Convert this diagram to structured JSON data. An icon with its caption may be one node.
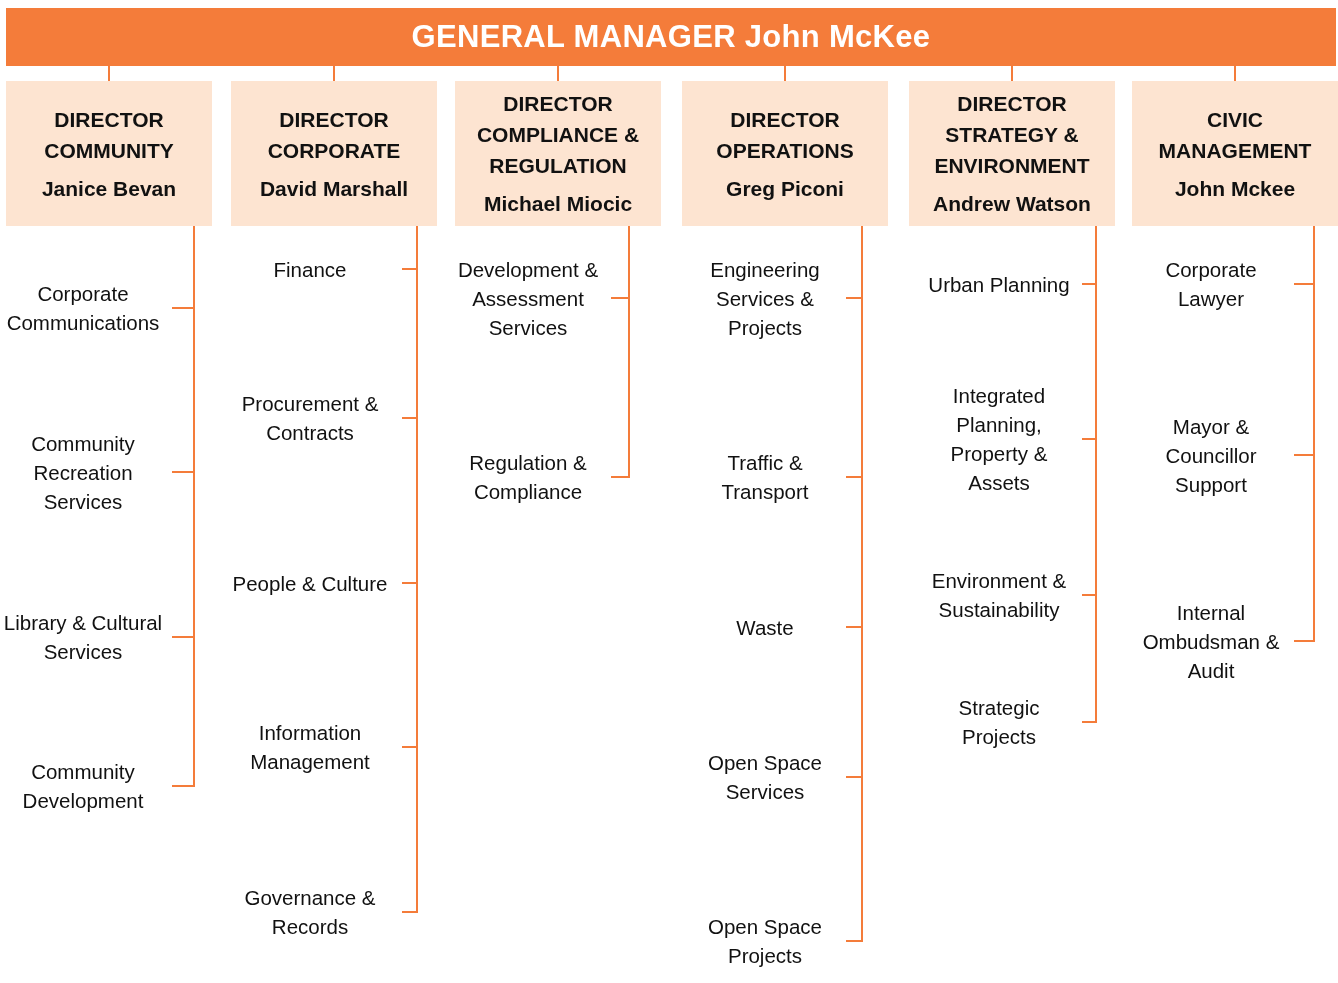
{
  "diagram": {
    "nodes": [
      {
        "text": [
          "GENERAL MANAGER John McKee"
        ]
      },
      {
        "text": [
          "DIRECTOR COMMUNITY",
          "Janice Bevan"
        ]
      },
      {
        "text": [
          "DIRECTOR CORPORATE",
          "David Marshall"
        ]
      },
      {
        "text": [
          "DIRECTOR COMPLIANCE & REGULATION",
          "Michael Miocic"
        ]
      },
      {
        "text": [
          "DIRECTOR OPERATIONS",
          "Greg Piconi"
        ]
      },
      {
        "text": [
          "DIRECTOR STRATEGY & ENVIRONMENT",
          "Andrew Watson"
        ]
      },
      {
        "text": [
          "CIVIC MANAGEMENT",
          "John Mckee"
        ]
      },
      {
        "text": [
          "Corporate Communications"
        ]
      },
      {
        "text": [
          "Community Recreation Services"
        ]
      },
      {
        "text": [
          "Library & Cultural Services"
        ]
      },
      {
        "text": [
          "Community Development"
        ]
      },
      {
        "text": [
          "Finance"
        ]
      },
      {
        "text": [
          "Procurement & Contracts"
        ]
      },
      {
        "text": [
          "People & Culture"
        ]
      },
      {
        "text": [
          "Information Management"
        ]
      },
      {
        "text": [
          "Governance & Records"
        ]
      },
      {
        "text": [
          "Development & Assessment Services"
        ]
      },
      {
        "text": [
          "Regulation & Compliance"
        ]
      },
      {
        "text": [
          "Engineering Services & Projects"
        ]
      },
      {
        "text": [
          "Traffic & Transport"
        ]
      },
      {
        "text": [
          "Waste"
        ]
      },
      {
        "text": [
          "Open Space Services"
        ]
      },
      {
        "text": [
          "Open Space Projects"
        ]
      },
      {
        "text": [
          "Urban Planning"
        ]
      },
      {
        "text": [
          "Integrated Planning, Property & Assets"
        ]
      },
      {
        "text": [
          "Environment & Sustainability"
        ]
      },
      {
        "text": [
          "Strategic Projects"
        ]
      },
      {
        "text": [
          "Corporate Lawyer"
        ]
      },
      {
        "text": [
          "Mayor & Councillor Support"
        ]
      },
      {
        "text": [
          "Internal Ombudsman & Audit"
        ]
      }
    ],
    "edges": [
      {
        "from": 0,
        "to": 1,
        "arrow": "none"
      },
      {
        "from": 0,
        "to": 2,
        "arrow": "none"
      },
      {
        "from": 0,
        "to": 3,
        "arrow": "none"
      },
      {
        "from": 0,
        "to": 4,
        "arrow": "none"
      },
      {
        "from": 0,
        "to": 5,
        "arrow": "none"
      },
      {
        "from": 0,
        "to": 6,
        "arrow": "none"
      },
      {
        "from": 1,
        "to": 7,
        "arrow": "none"
      },
      {
        "from": 1,
        "to": 8,
        "arrow": "none"
      },
      {
        "from": 1,
        "to": 9,
        "arrow": "none"
      },
      {
        "from": 1,
        "to": 10,
        "arrow": "none"
      },
      {
        "from": 2,
        "to": 11,
        "arrow": "none"
      },
      {
        "from": 2,
        "to": 12,
        "arrow": "none"
      },
      {
        "from": 2,
        "to": 13,
        "arrow": "none"
      },
      {
        "from": 2,
        "to": 14,
        "arrow": "none"
      },
      {
        "from": 2,
        "to": 15,
        "arrow": "none"
      },
      {
        "from": 3,
        "to": 16,
        "arrow": "none"
      },
      {
        "from": 3,
        "to": 17,
        "arrow": "none"
      },
      {
        "from": 4,
        "to": 18,
        "arrow": "none"
      },
      {
        "from": 4,
        "to": 19,
        "arrow": "none"
      },
      {
        "from": 4,
        "to": 20,
        "arrow": "none"
      },
      {
        "from": 4,
        "to": 21,
        "arrow": "none"
      },
      {
        "from": 4,
        "to": 22,
        "arrow": "none"
      },
      {
        "from": 5,
        "to": 23,
        "arrow": "none"
      },
      {
        "from": 5,
        "to": 24,
        "arrow": "none"
      },
      {
        "from": 5,
        "to": 25,
        "arrow": "none"
      },
      {
        "from": 5,
        "to": 26,
        "arrow": "none"
      },
      {
        "from": 6,
        "to": 27,
        "arrow": "none"
      },
      {
        "from": 6,
        "to": 28,
        "arrow": "none"
      },
      {
        "from": 6,
        "to": 29,
        "arrow": "none"
      }
    ]
  }
}
